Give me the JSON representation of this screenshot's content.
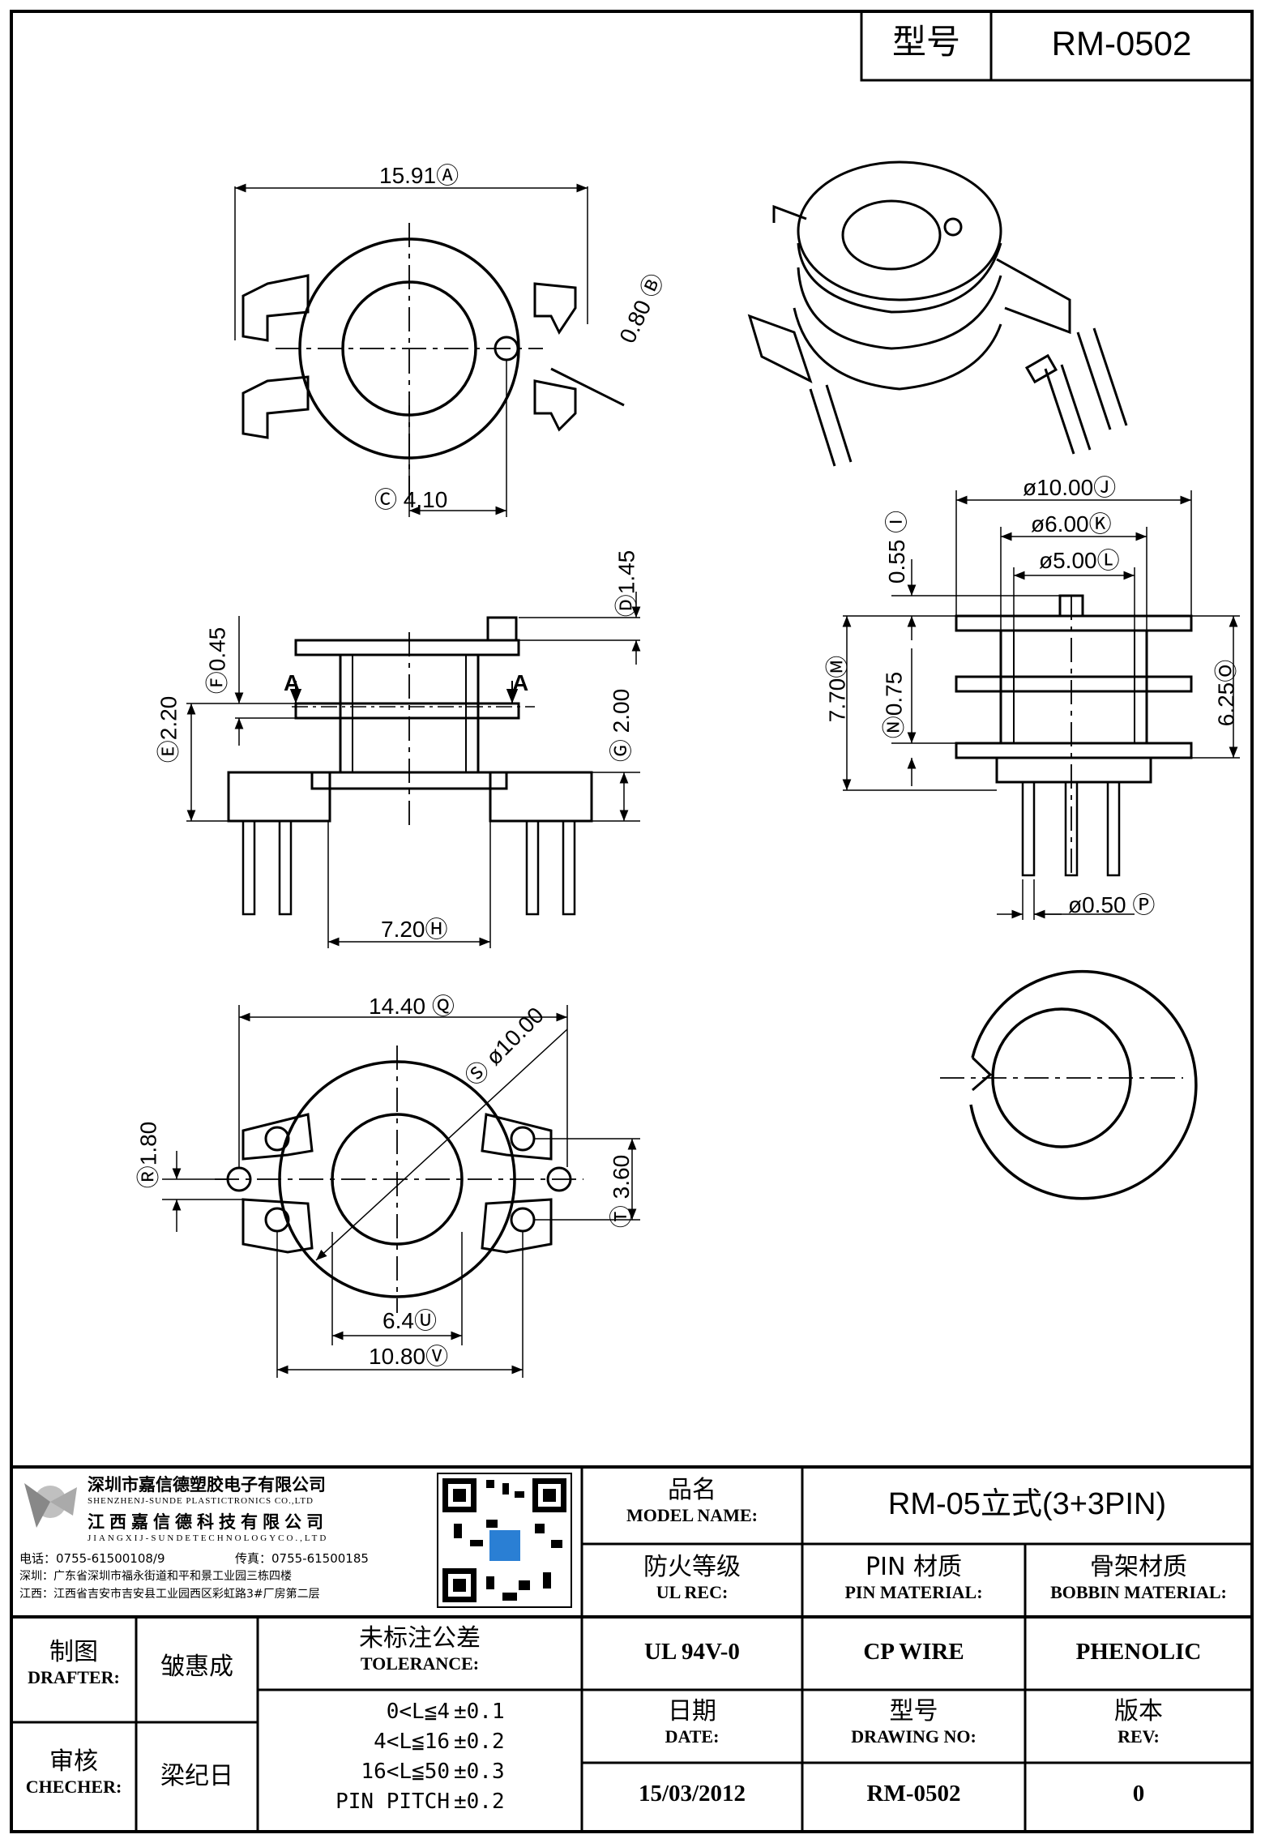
{
  "header": {
    "model_label": "型号",
    "model_value": "RM-0502"
  },
  "dims": {
    "A": "15.91",
    "B": "0.80",
    "C": "4.10",
    "D": "1.45",
    "F": "0.45",
    "E": "2.20",
    "G": "2.00",
    "H": "7.20",
    "section_mark": "A",
    "I": "0.55",
    "J": "ø10.00",
    "K": "ø6.00",
    "L": "ø5.00",
    "M": "7.70",
    "N": "0.75",
    "O": "6.25",
    "P": "ø0.50",
    "Q": "14.40",
    "R": "1.80",
    "S": "ø10.00",
    "T": "3.60",
    "U": "6.4",
    "V": "10.80"
  },
  "company": {
    "name_cn": "深圳市嘉信德塑胶电子有限公司",
    "name_en": "SHENZHENJ-SUNDE PLASTICTRONICS CO.,LTD",
    "name2_cn": "江西嘉信德科技有限公司",
    "name2_en": "JIANGXIJ-SUNDETECHNOLOGYCO.,LTD",
    "tel": "电话：0755-61500108/9",
    "fax": "传真：0755-61500185",
    "addr_sz": "深圳：广东省深圳市福永街道和平和景工业园三栋四楼",
    "addr_jx": "江西：江西省吉安市吉安县工业园西区彩虹路3#厂房第二层"
  },
  "title_block": {
    "model_name_cn": "品名",
    "model_name_en": "MODEL NAME:",
    "model_name_value": "RM-05立式(3+3PIN)",
    "ul_cn": "防火等级",
    "ul_en": "UL REC:",
    "ul_value": "UL 94V-0",
    "pin_cn": "PIN 材质",
    "pin_en": "PIN MATERIAL:",
    "pin_value": "CP WIRE",
    "bobbin_cn": "骨架材质",
    "bobbin_en": "BOBBIN MATERIAL:",
    "bobbin_value": "PHENOLIC",
    "date_cn": "日期",
    "date_en": "DATE:",
    "date_value": "15/03/2012",
    "drawing_cn": "型号",
    "drawing_en": "DRAWING NO:",
    "drawing_value": "RM-0502",
    "rev_cn": "版本",
    "rev_en": "REV:",
    "rev_value": "0",
    "drafter_cn": "制图",
    "drafter_en": "DRAFTER:",
    "drafter_name": "皱惠成",
    "checker_cn": "审核",
    "checker_en": "CHECHER:",
    "checker_name": "梁纪日",
    "tolerance_cn": "未标注公差",
    "tolerance_en": "TOLERANCE:",
    "tolerances": [
      {
        "range": "0<L≦4",
        "value": "±0.1"
      },
      {
        "range": "4<L≦16",
        "value": "±0.2"
      },
      {
        "range": "16<L≦50",
        "value": "±0.3"
      },
      {
        "range": "PIN PITCH",
        "value": "±0.2"
      }
    ]
  }
}
